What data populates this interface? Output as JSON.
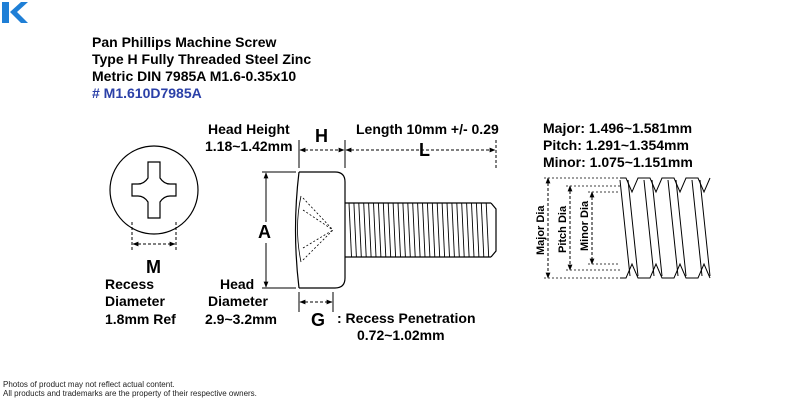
{
  "brand": {
    "logo_letter": "K",
    "color": "#1f7fd6"
  },
  "title": {
    "line1": "Pan Phillips Machine Screw",
    "line2": "Type H Fully Threaded Steel Zinc",
    "line3": "Metric DIN 7985A M1.6-0.35x10",
    "part_number": "# M1.610D7985A",
    "part_color": "#2b40a8"
  },
  "dims": {
    "head_height_label": "Head Height",
    "head_height_value": "1.18~1.42mm",
    "H": "H",
    "length_label": "Length 10mm +/- 0.29",
    "L": "L",
    "A": "A",
    "M": "M",
    "G": "G",
    "recess_diameter": [
      "Recess",
      "Diameter",
      "1.8mm Ref"
    ],
    "head_diameter": [
      "Head",
      "Diameter",
      "2.9~3.2mm"
    ],
    "recess_penetration_label": ": Recess Penetration",
    "recess_penetration_value": "0.72~1.02mm"
  },
  "thread": {
    "major": "Major: 1.496~1.581mm",
    "pitch": "Pitch:  1.291~1.354mm",
    "minor": "Minor: 1.075~1.151mm",
    "major_dia": "Major Dia",
    "pitch_dia": "Pitch Dia",
    "minor_dia": "Minor Dia"
  },
  "footer": {
    "line1": "Photos of product may not reflect actual content.",
    "line2": "All products and trademarks are the property of their respective owners."
  }
}
